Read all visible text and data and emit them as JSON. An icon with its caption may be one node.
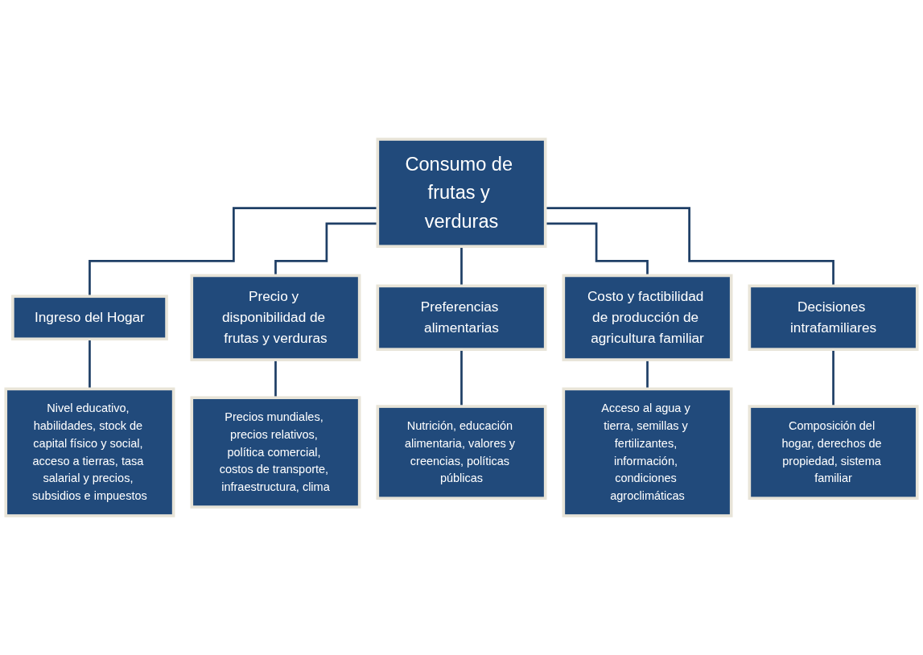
{
  "diagram": {
    "nodes": [
      {
        "text": [
          "Consumo de frutas y verduras"
        ]
      },
      {
        "text": [
          "Ingreso del Hogar"
        ]
      },
      {
        "text": [
          "Precio y disponibilidad de frutas y verduras"
        ]
      },
      {
        "text": [
          "Preferencias alimentarias"
        ]
      },
      {
        "text": [
          "Costo y factibilidad de producción de agricultura familiar"
        ]
      },
      {
        "text": [
          "Decisiones intrafamiliares"
        ]
      },
      {
        "text": [
          "Nivel educativo, habilidades, stock de capital físico y social, acceso a tierras, tasa salarial y precios, subsidios e impuestos"
        ]
      },
      {
        "text": [
          "Precios mundiales, precios relativos, política comercial, costos de transporte, infraestructura, clima"
        ]
      },
      {
        "text": [
          "Nutrición, educación alimentaria, valores y creencias, políticas públicas"
        ]
      },
      {
        "text": [
          "Acceso al agua y tierra, semillas y fertilizantes, información, condiciones agroclimáticas"
        ]
      },
      {
        "text": [
          "Composición del hogar, derechos de propiedad, sistema familiar"
        ]
      }
    ],
    "edges": [
      {
        "from": 0,
        "to": 1,
        "arrow": "none"
      },
      {
        "from": 0,
        "to": 2,
        "arrow": "none"
      },
      {
        "from": 0,
        "to": 3,
        "arrow": "none"
      },
      {
        "from": 0,
        "to": 4,
        "arrow": "none"
      },
      {
        "from": 0,
        "to": 5,
        "arrow": "none"
      },
      {
        "from": 1,
        "to": 6,
        "arrow": "none"
      },
      {
        "from": 2,
        "to": 7,
        "arrow": "none"
      },
      {
        "from": 3,
        "to": 8,
        "arrow": "none"
      },
      {
        "from": 4,
        "to": 9,
        "arrow": "none"
      },
      {
        "from": 5,
        "to": 10,
        "arrow": "none"
      }
    ]
  }
}
